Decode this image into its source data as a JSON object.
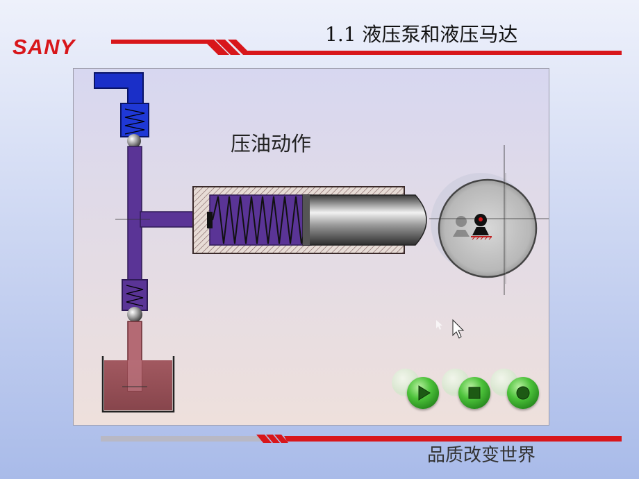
{
  "header": {
    "logo_text": "SANY",
    "title": "1.1 液压泵和液压马达"
  },
  "diagram": {
    "label": "压油动作"
  },
  "controls": {
    "play_icon": "play-icon",
    "stop_icon": "stop-icon",
    "record_icon": "circle-icon"
  },
  "footer": {
    "slogan": "品质改变世界"
  },
  "colors": {
    "brand_red": "#d8161b",
    "fluid_purple": "#5a3496",
    "inlet_blue": "#1a2fc8",
    "tank_red": "#8a3a44",
    "button_green": "#3eb52e"
  }
}
